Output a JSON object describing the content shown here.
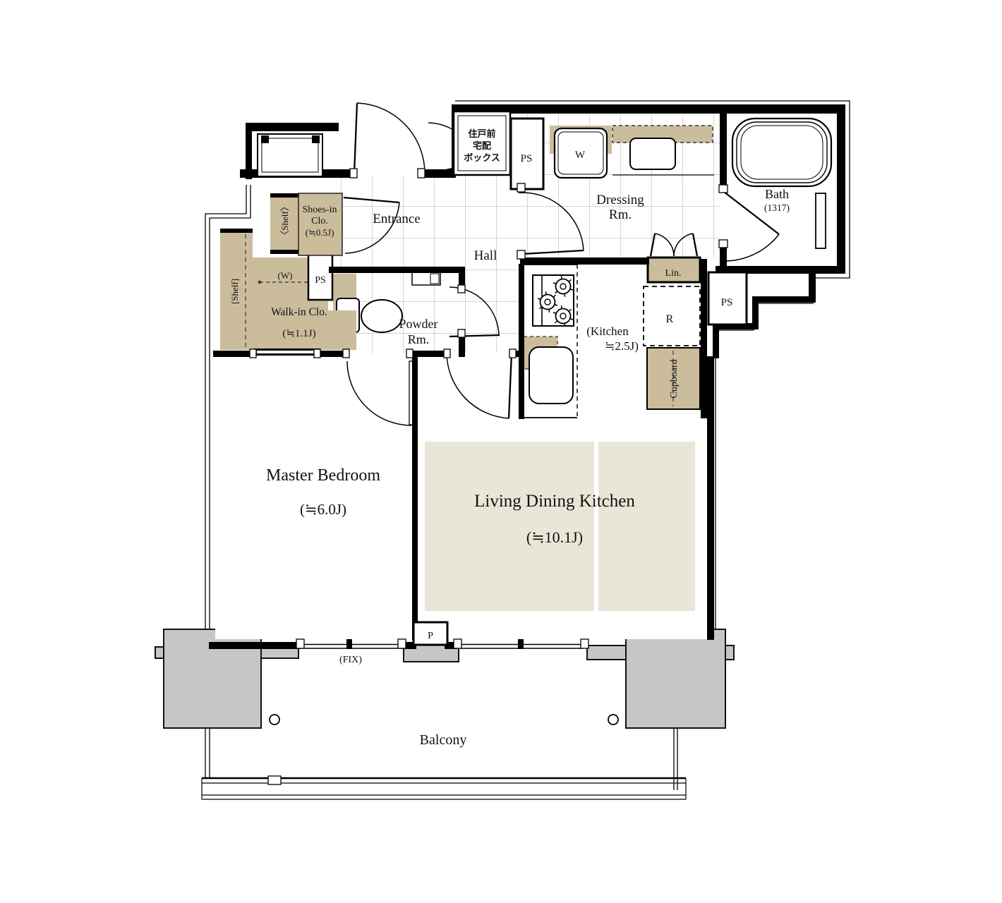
{
  "rooms": {
    "master_bedroom": {
      "name": "Master Bedroom",
      "size": "(≒6.0J)"
    },
    "ldk": {
      "name": "Living Dining Kitchen",
      "size": "(≒10.1J)"
    },
    "kitchen": {
      "line1": "(Kitchen",
      "line2": "≒2.5J)"
    },
    "entrance": {
      "name": "Entrance"
    },
    "hall": {
      "name": "Hall"
    },
    "powder": {
      "line1": "Powder",
      "line2": "Rm."
    },
    "dressing": {
      "line1": "Dressing",
      "line2": "Rm."
    },
    "bath": {
      "name": "Bath",
      "size": "(1317)"
    },
    "walk_in_closet": {
      "name": "Walk-in Clo.",
      "size": "(≒1.1J)"
    },
    "shoes_closet": {
      "line1": "Shoes-in",
      "line2": "Clo.",
      "line3": "(≒0.5J)"
    },
    "balcony": {
      "name": "Balcony"
    }
  },
  "labels": {
    "ps": "PS",
    "washer_pan": "W",
    "washer_rod": "(W)",
    "linen": "Lin.",
    "fridge": "R",
    "cupboard": "Cupboard",
    "shelf_angle": "〈Shelf〉",
    "shelf_square": "[Shelf]",
    "pipe": "P",
    "fix_window": "(FIX)",
    "delivery_line1": "住戸前",
    "delivery_line2": "宅配",
    "delivery_line3": "ボックス"
  },
  "colors": {
    "furniture": "#cbbc9c",
    "ldk_floor": "#e9e6d8",
    "column": "#c6c6c7",
    "grid": "#b9b9b9",
    "wall": "#000000"
  }
}
